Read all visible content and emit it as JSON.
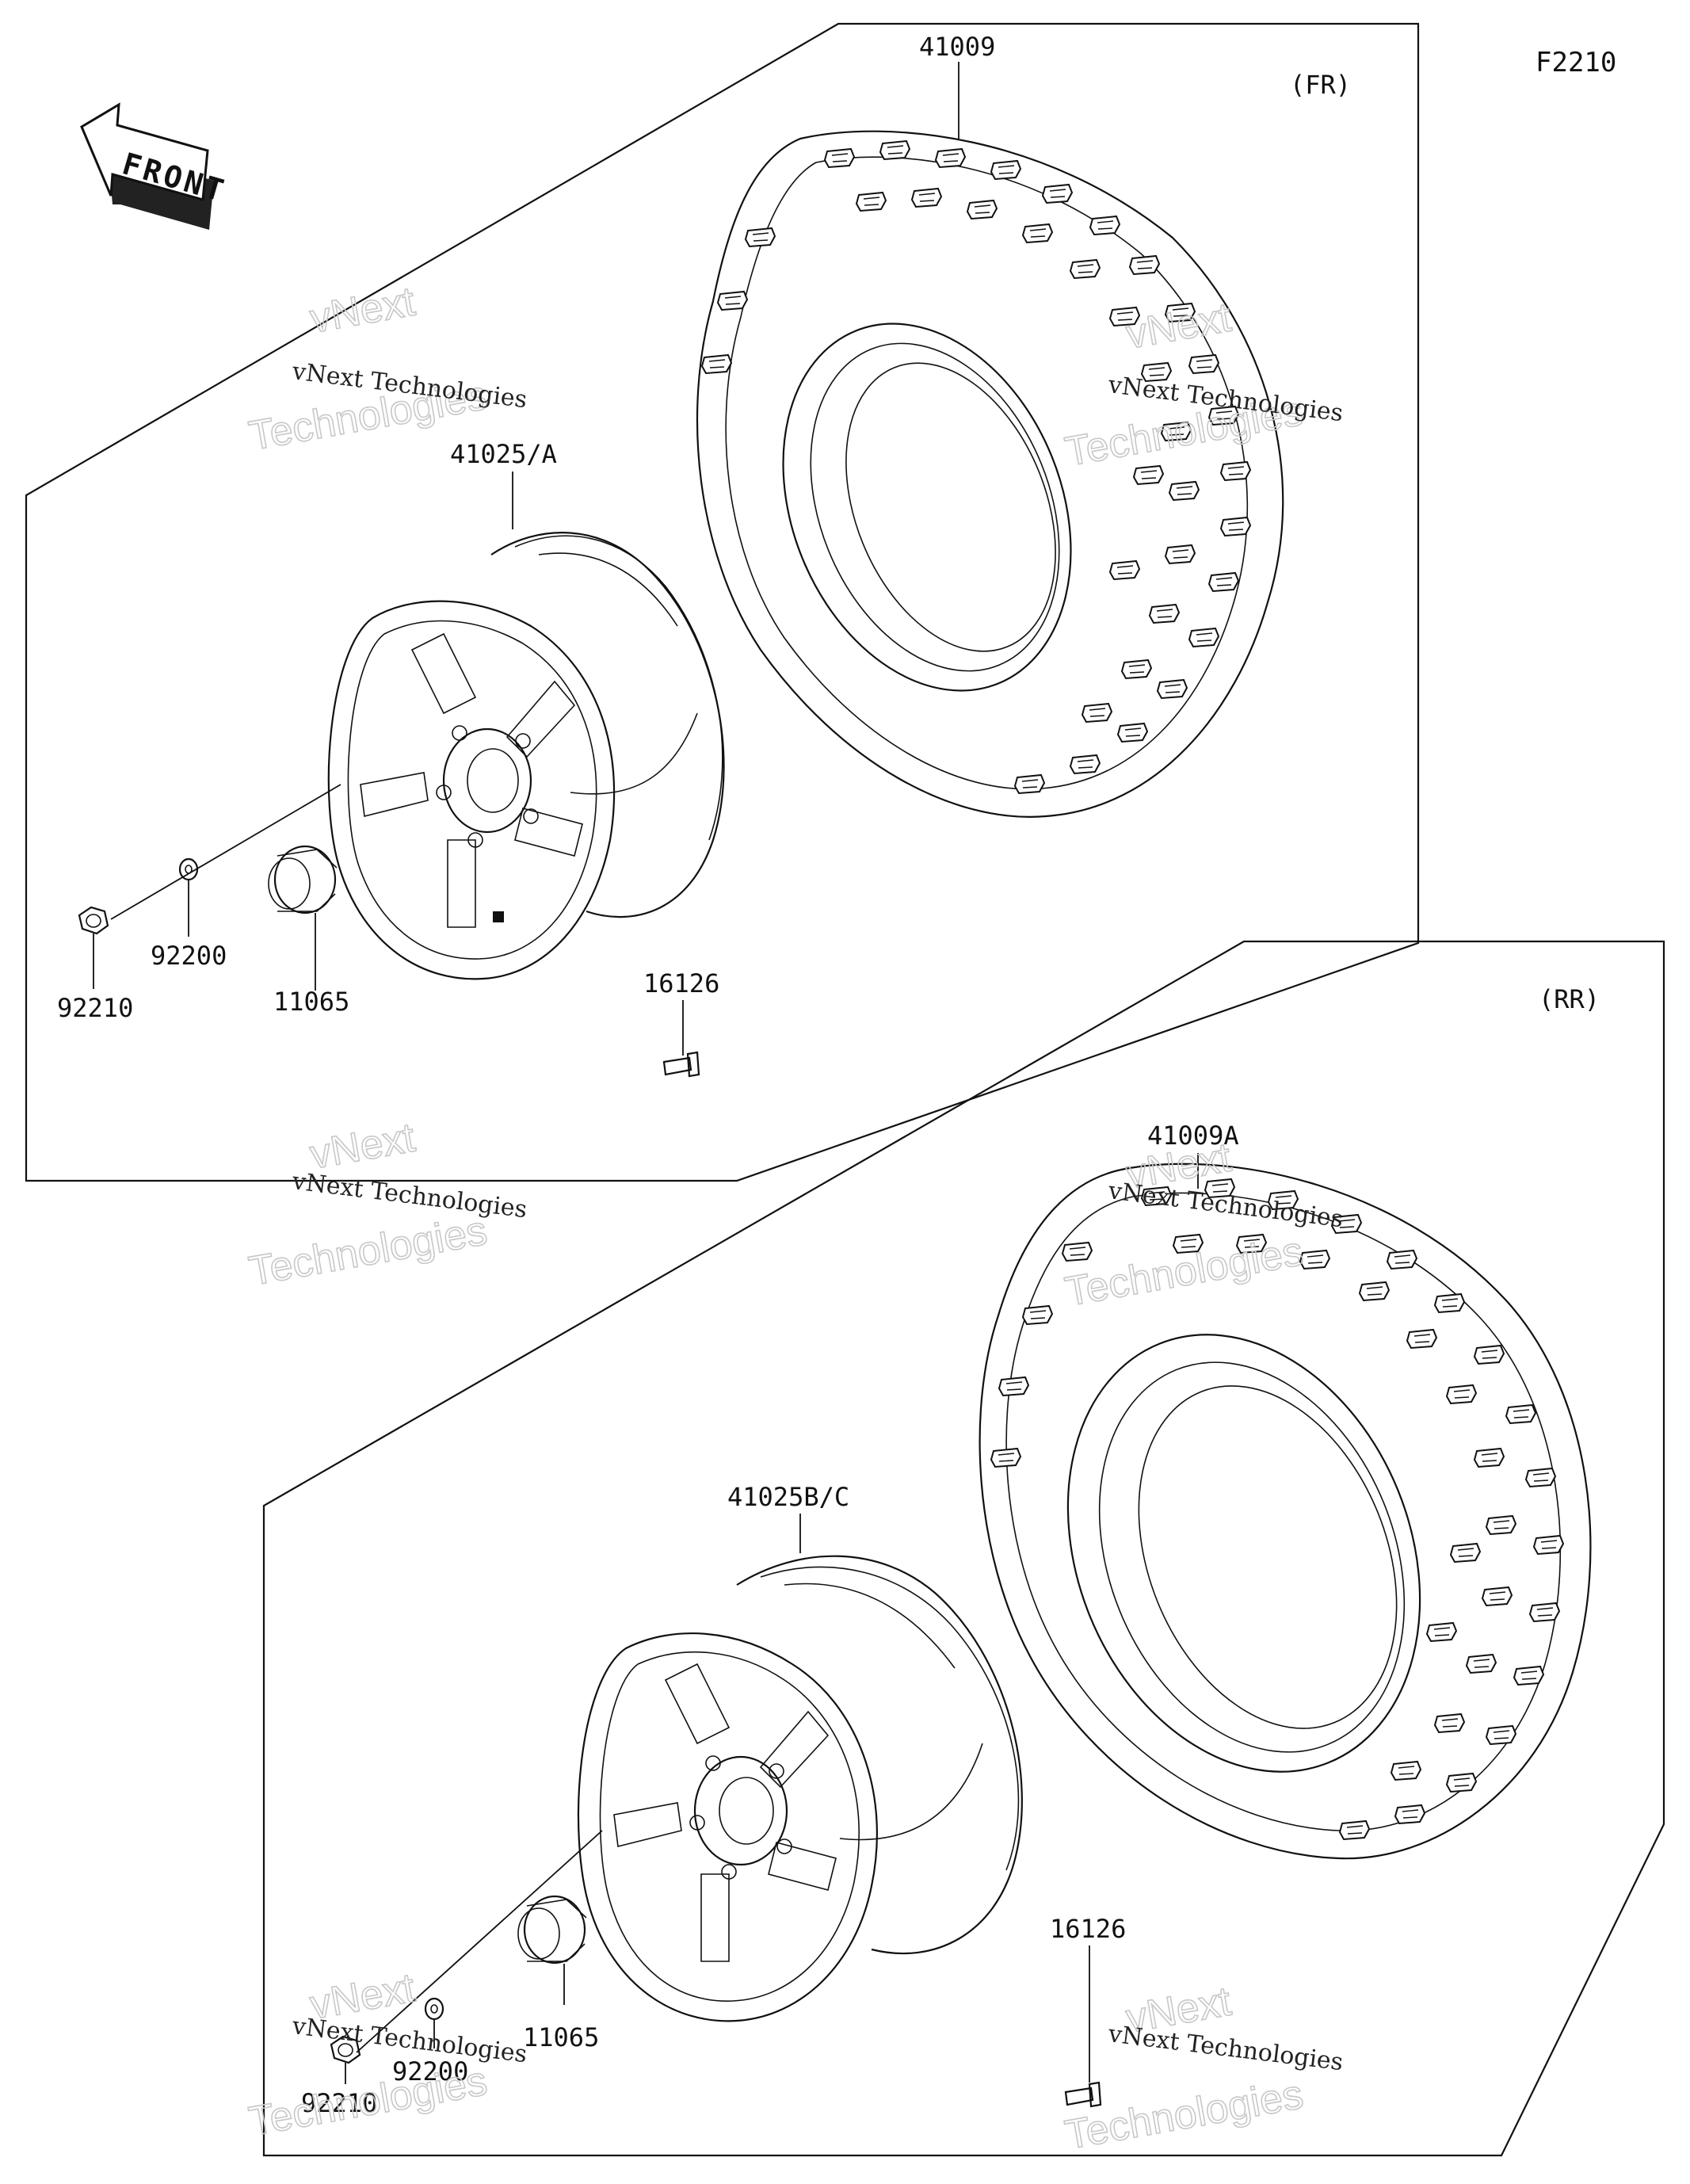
{
  "diagram": {
    "code": "F2210",
    "front_arrow_label": "FRONT",
    "sections": {
      "front": {
        "label": "(FR)"
      },
      "rear": {
        "label": "(RR)"
      }
    },
    "callouts": {
      "front_tire": "41009",
      "front_wheel": "41025/A",
      "front_nut": "92210",
      "front_washer": "92200",
      "front_cap": "11065",
      "front_valve": "16126",
      "rear_tire": "41009A",
      "rear_wheel": "41025B/C",
      "rear_nut": "92210",
      "rear_washer": "92200",
      "rear_cap": "11065",
      "rear_valve": "16126"
    },
    "watermark": {
      "small": "vNext Technologies",
      "big_line1": "vNext",
      "big_line2": "Technologies"
    }
  }
}
